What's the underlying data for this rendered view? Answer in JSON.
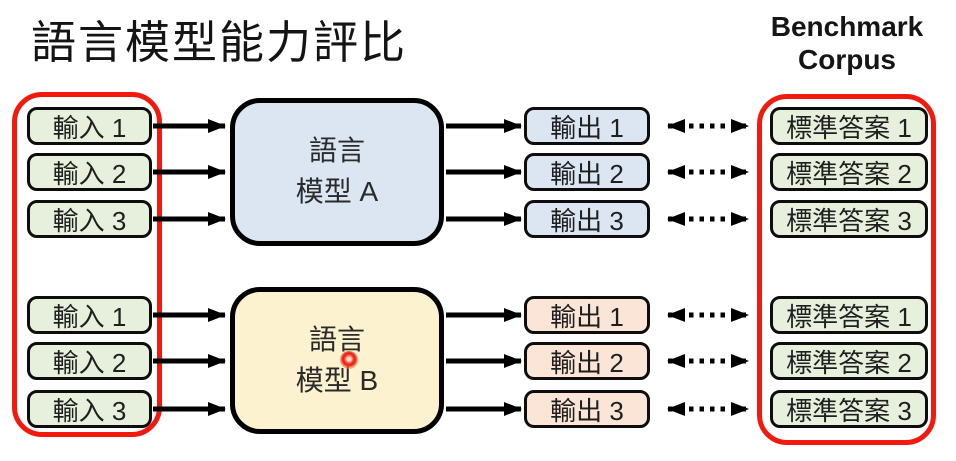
{
  "title": "語言模型能力評比",
  "benchmark": {
    "line1": "Benchmark",
    "line2": "Corpus"
  },
  "model_a": {
    "name_line1": "語言",
    "name_line2": "模型 A",
    "inputs": [
      "輸入 1",
      "輸入 2",
      "輸入 3"
    ],
    "outputs": [
      "輸出 1",
      "輸出 2",
      "輸出 3"
    ],
    "answers": [
      "標準答案 1",
      "標準答案 2",
      "標準答案 3"
    ]
  },
  "model_b": {
    "name_line1": "語言",
    "name_line2": "模型 B",
    "inputs": [
      "輸入 1",
      "輸入 2",
      "輸入 3"
    ],
    "outputs": [
      "輸出 1",
      "輸出 2",
      "輸出 3"
    ],
    "answers": [
      "標準答案 1",
      "標準答案 2",
      "標準答案 3"
    ]
  },
  "colors": {
    "input_fill": "#E6F0DC",
    "model_a_fill": "#DCE6F2",
    "output_a_fill": "#DCE6F2",
    "model_b_fill": "#FDF2CF",
    "output_b_fill": "#FBE5D7",
    "answer_fill": "#E6F0DC",
    "highlight_outline_red": "#F2190F",
    "connector_black": "#000000",
    "laser_dot_red": "#E3170D"
  }
}
